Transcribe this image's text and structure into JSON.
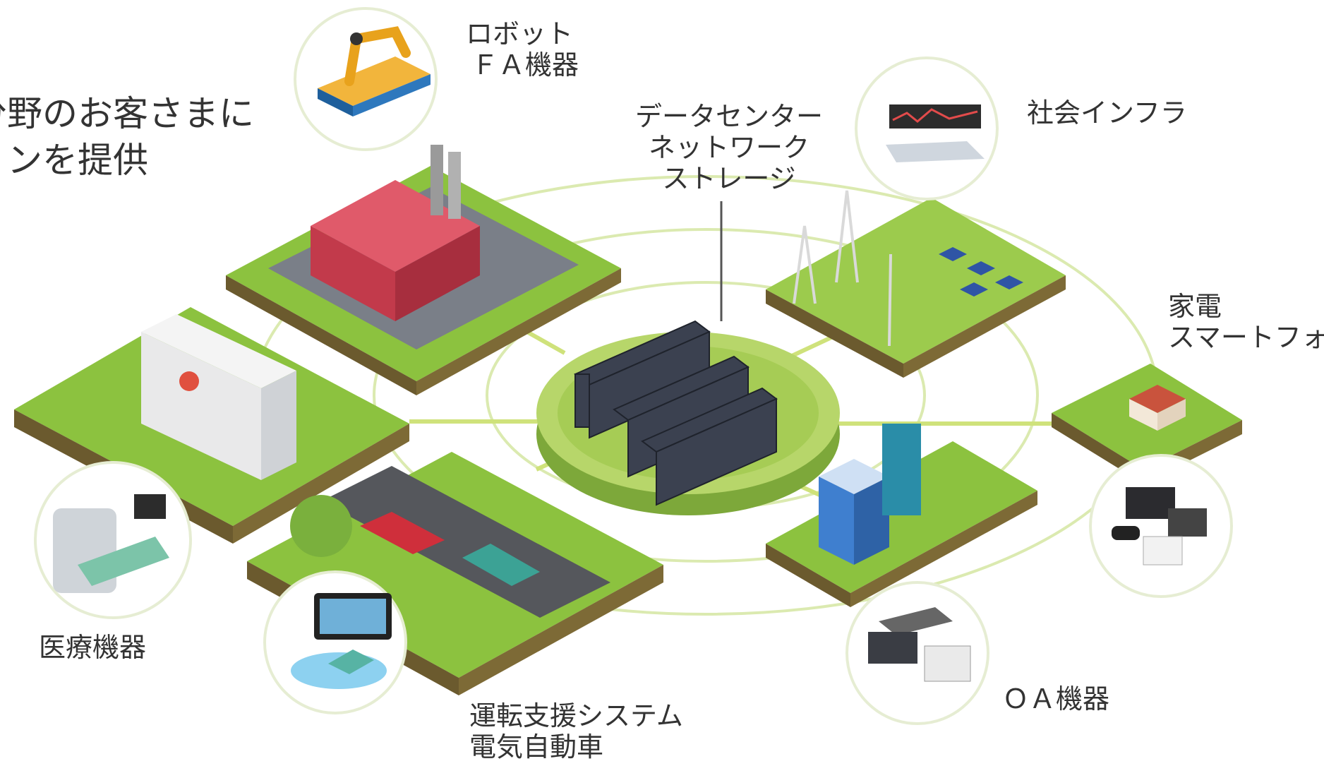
{
  "headline": {
    "line1": "分野のお客さまに",
    "line2": "ョンを提供"
  },
  "labels": {
    "robot_fa": [
      "ロボット",
      "ＦＡ機器"
    ],
    "datacenter": [
      "データセンター",
      "ネットワーク",
      "ストレージ"
    ],
    "social_infra": [
      "社会インフラ"
    ],
    "appliances": [
      "家電",
      "スマートフォン"
    ],
    "medical": [
      "医療機器"
    ],
    "driving": [
      "運転支援システム",
      "電気自動車"
    ],
    "oa": [
      "ＯＡ機器"
    ]
  },
  "colors": {
    "grass": "#8cc23f",
    "grass_light": "#a9d257",
    "ground_side": "#6b5a2e",
    "ring": "#d9e9a8",
    "connector": "#cde07a",
    "server": "#3b4150",
    "text": "#333333"
  },
  "icons": [
    "robot-arm-icon",
    "factory-icon",
    "control-room-icon",
    "power-grid-icon",
    "hospital-icon",
    "mri-icon",
    "car-navigation-icon",
    "road-icon",
    "office-building-icon",
    "printer-icon",
    "house-icon",
    "tv-appliance-icon",
    "server-rack-icon"
  ]
}
